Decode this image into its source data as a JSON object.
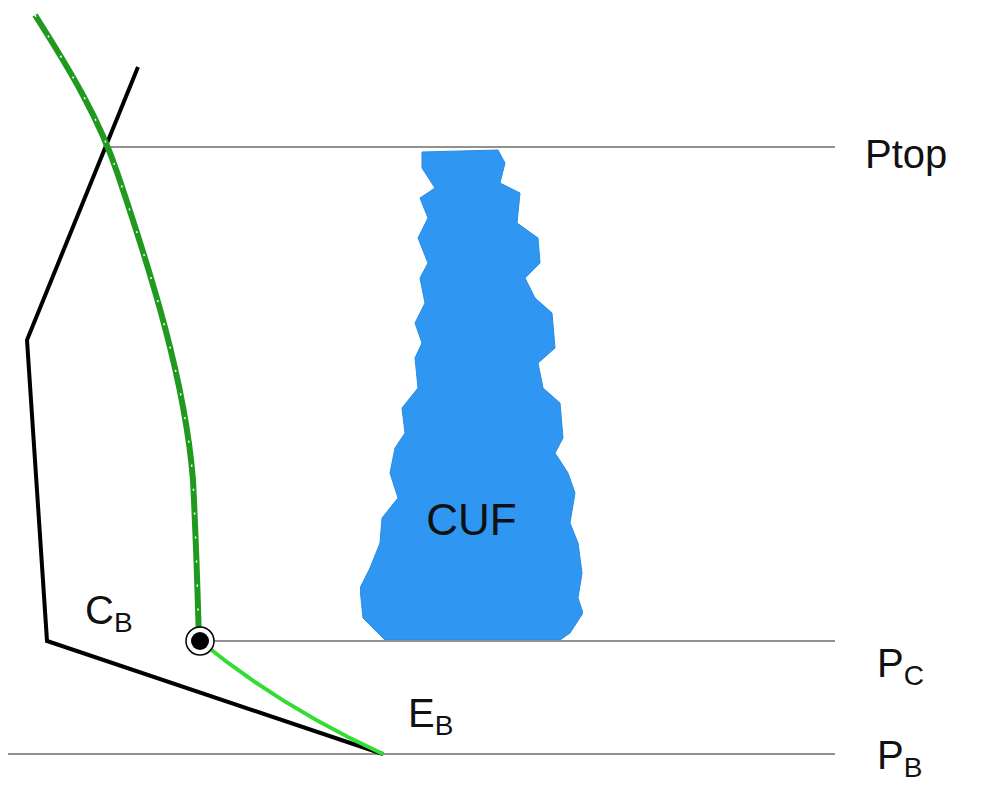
{
  "diagram": {
    "nodes": [
      {
        "text": [
          "CUF"
        ]
      }
    ],
    "labels": [
      "Ptop",
      "PC",
      "PB",
      "CB",
      "EB"
    ]
  }
}
